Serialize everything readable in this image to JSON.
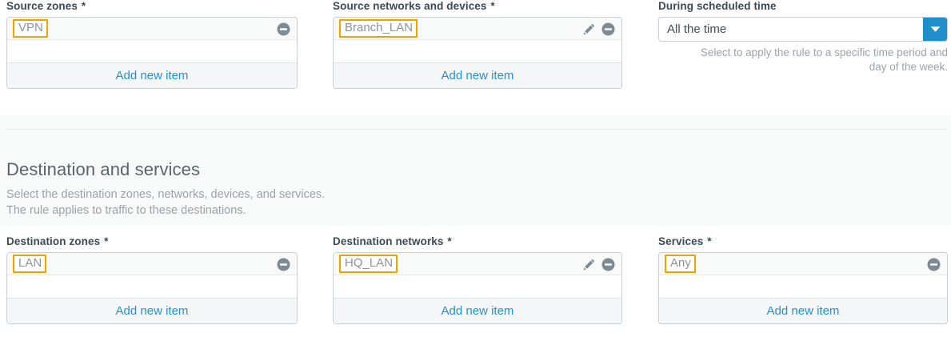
{
  "colors": {
    "accent_blue": "#1f8ecd",
    "link_blue": "#2a8fd0",
    "chip_highlight": "#eda400",
    "icon_grey": "#7d8b94",
    "label_text": "#3a4a55",
    "muted_text": "#9aa3a9",
    "box_border": "#c9d0d4",
    "band_bg": "#f9fafa"
  },
  "source_section": {
    "source_zones": {
      "label": "Source zones",
      "required_marker": "*",
      "items": [
        {
          "name": "VPN",
          "has_edit": false,
          "has_remove": true
        }
      ],
      "add_label": "Add new item"
    },
    "source_networks": {
      "label": "Source networks and devices",
      "required_marker": "*",
      "items": [
        {
          "name": "Branch_LAN",
          "has_edit": true,
          "has_remove": true
        }
      ],
      "add_label": "Add new item"
    },
    "scheduled_time": {
      "label": "During scheduled time",
      "required_marker": "",
      "selected_value": "All the time",
      "helper_line1": "Select to apply the rule to a specific time period and",
      "helper_line2": "day of the week."
    }
  },
  "destination_section": {
    "title": "Destination and services",
    "subtitle_line1": "Select the destination zones, networks, devices, and services.",
    "subtitle_line2": "The rule applies to traffic to these destinations.",
    "destination_zones": {
      "label": "Destination zones",
      "required_marker": "*",
      "items": [
        {
          "name": "LAN",
          "has_edit": false,
          "has_remove": true
        }
      ],
      "add_label": "Add new item"
    },
    "destination_networks": {
      "label": "Destination networks",
      "required_marker": "*",
      "items": [
        {
          "name": "HQ_LAN",
          "has_edit": true,
          "has_remove": true
        }
      ],
      "add_label": "Add new item"
    },
    "services": {
      "label": "Services",
      "required_marker": "*",
      "items": [
        {
          "name": "Any",
          "has_edit": false,
          "has_remove": true
        }
      ],
      "add_label": "Add new item"
    }
  },
  "icons": {
    "remove": "remove-circle-icon",
    "edit": "pencil-edit-icon",
    "dropdown": "chevron-down-icon"
  }
}
